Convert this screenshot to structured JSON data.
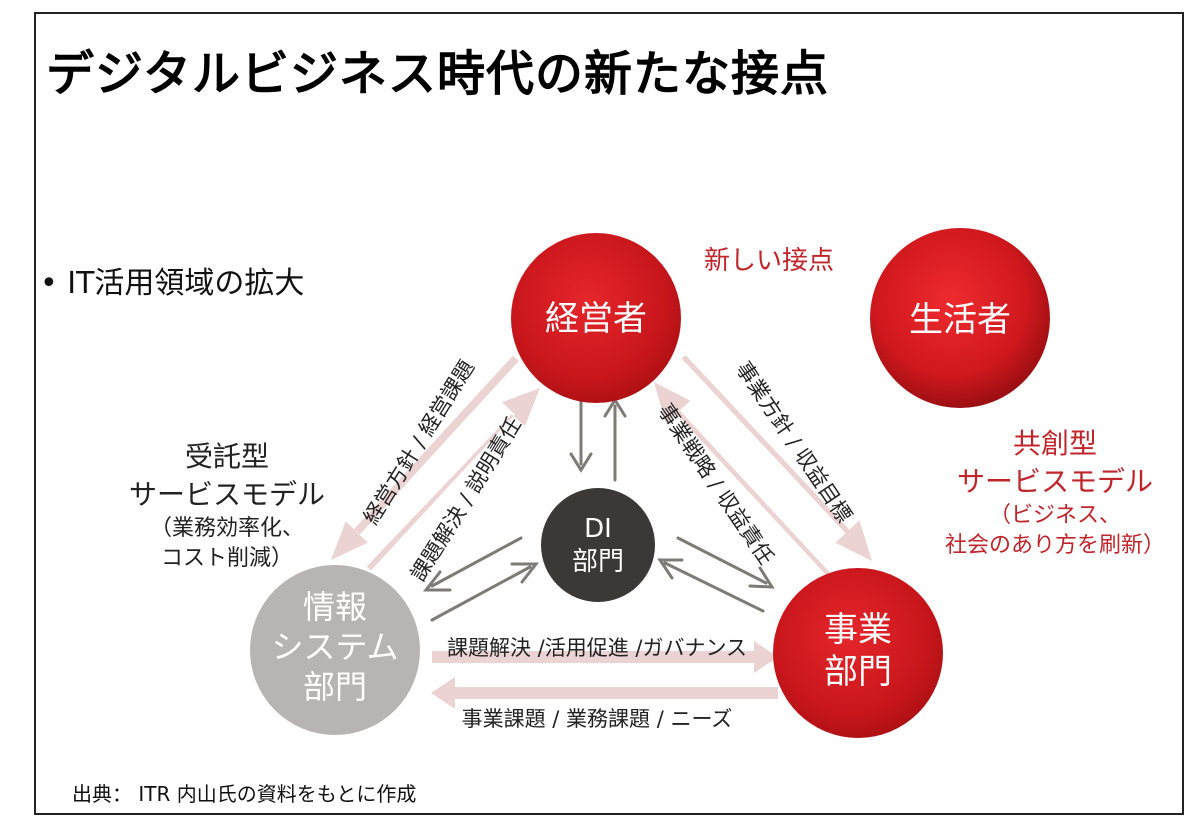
{
  "title": "デジタルビジネス時代の新たな接点",
  "bullet": "• IT活用領域の拡大",
  "new_contact_label": "新しい接点",
  "nodes": {
    "executive": "経営者",
    "consumer": "生活者",
    "di_line1": "DI",
    "di_line2": "部門",
    "it_line1": "情報",
    "it_line2": "システム",
    "it_line3": "部門",
    "biz_line1": "事業",
    "biz_line2": "部門"
  },
  "arrow_labels": {
    "exec_to_it_outer": "経営方針 / 経営課題",
    "it_to_exec_inner": "課題解決 / 説明責任",
    "exec_to_biz_outer": "事業方針 / 収益目標",
    "biz_to_exec_inner": "事業戦略 / 収益責任",
    "it_to_biz": "課題解決 /活用促進 /ガバナンス",
    "biz_to_it": "事業課題 / 業務課題 / ニーズ"
  },
  "left_model": {
    "line1": "受託型",
    "line2": "サービスモデル",
    "line3a": "（業務効率化、",
    "line3b": "コスト削減）"
  },
  "right_model": {
    "line1": "共創型",
    "line2": "サービスモデル",
    "line3a": "（ビジネス、",
    "line3b": "社会のあり方を刷新）"
  },
  "source": "出典： ITR 内山氏の資料をもとに作成",
  "colors": {
    "red": "#c41a1e",
    "red_text": "#c0252b",
    "gray_node": "#b7b5b3",
    "dark_node": "#3b3935",
    "pink_arrow": "#ecd3d3",
    "gray_arrow": "#7d7b76"
  }
}
